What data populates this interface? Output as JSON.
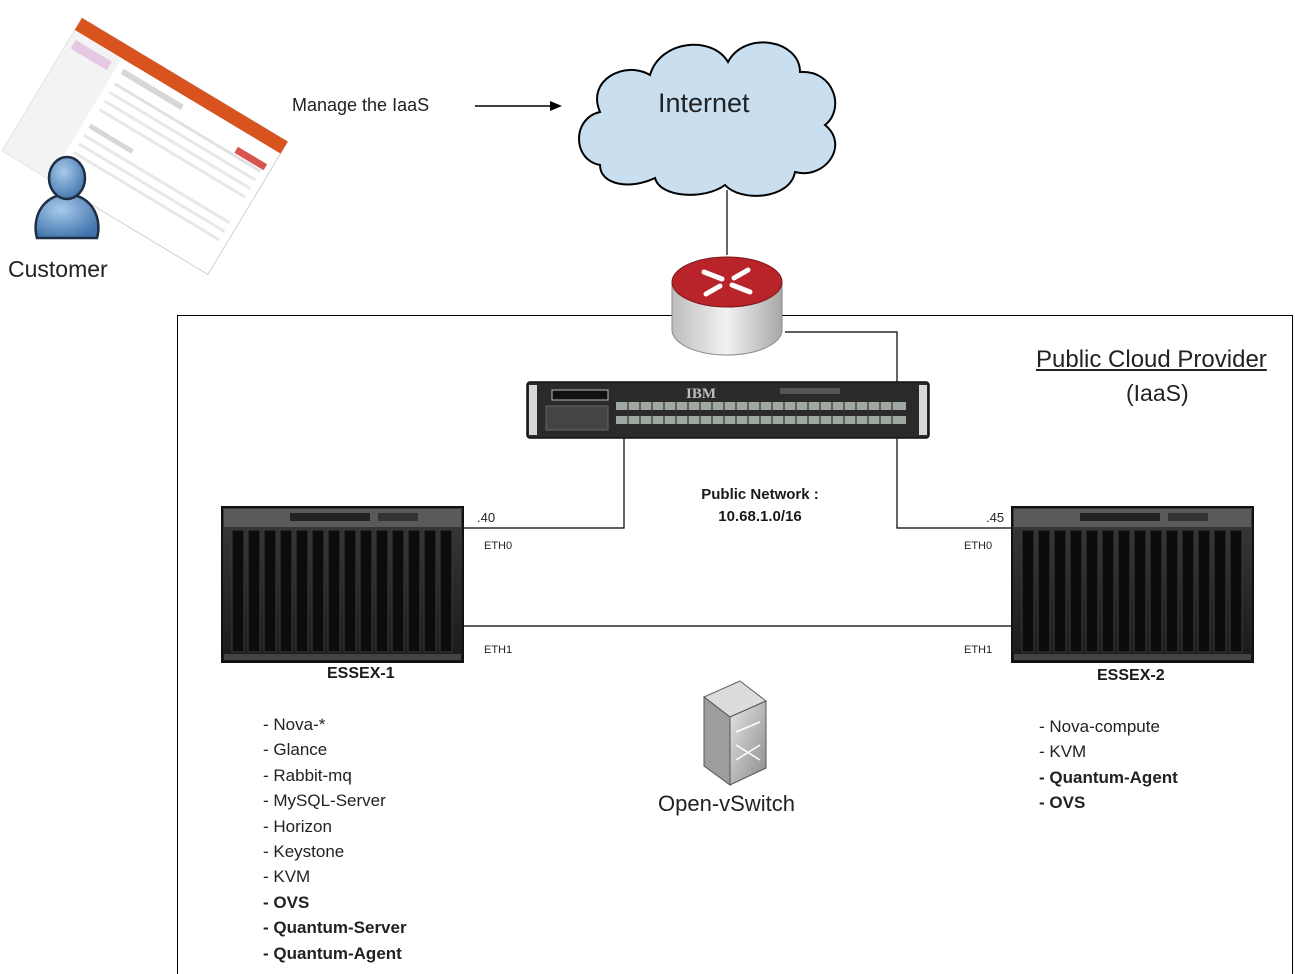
{
  "customer": {
    "label": "Customer"
  },
  "manage_arrow": {
    "label": "Manage the IaaS"
  },
  "internet": {
    "label": "Internet"
  },
  "provider": {
    "title": "Public Cloud Provider",
    "subtitle": "(IaaS)"
  },
  "switch": {
    "brand": "IBM"
  },
  "public_network": {
    "title": "Public Network :",
    "cidr": "10.68.1.0/16"
  },
  "essex1": {
    "name": "ESSEX-1",
    "ip": ".40",
    "eth0": "ETH0",
    "eth1": "ETH1",
    "services": [
      {
        "label": "- Nova-*",
        "bold": false
      },
      {
        "label": "- Glance",
        "bold": false
      },
      {
        "label": "- Rabbit-mq",
        "bold": false
      },
      {
        "label": "- MySQL-Server",
        "bold": false
      },
      {
        "label": "- Horizon",
        "bold": false
      },
      {
        "label": "- Keystone",
        "bold": false
      },
      {
        "label": "- KVM",
        "bold": false
      },
      {
        "label": "- OVS",
        "bold": true
      },
      {
        "label": "- Quantum-Server",
        "bold": true
      },
      {
        "label": "- Quantum-Agent",
        "bold": true
      }
    ]
  },
  "essex2": {
    "name": "ESSEX-2",
    "ip": ".45",
    "eth0": "ETH0",
    "eth1": "ETH1",
    "services": [
      {
        "label": "- Nova-compute",
        "bold": false
      },
      {
        "label": "- KVM",
        "bold": false
      },
      {
        "label": "- Quantum-Agent",
        "bold": true
      },
      {
        "label": "- OVS",
        "bold": true
      }
    ]
  },
  "ovs": {
    "label": "Open-vSwitch"
  },
  "colors": {
    "cloud_fill": "#c9dff0",
    "router_red": "#b8242a",
    "dashboard_orange": "#d9531e",
    "person_blue": "#5b8fc6"
  }
}
